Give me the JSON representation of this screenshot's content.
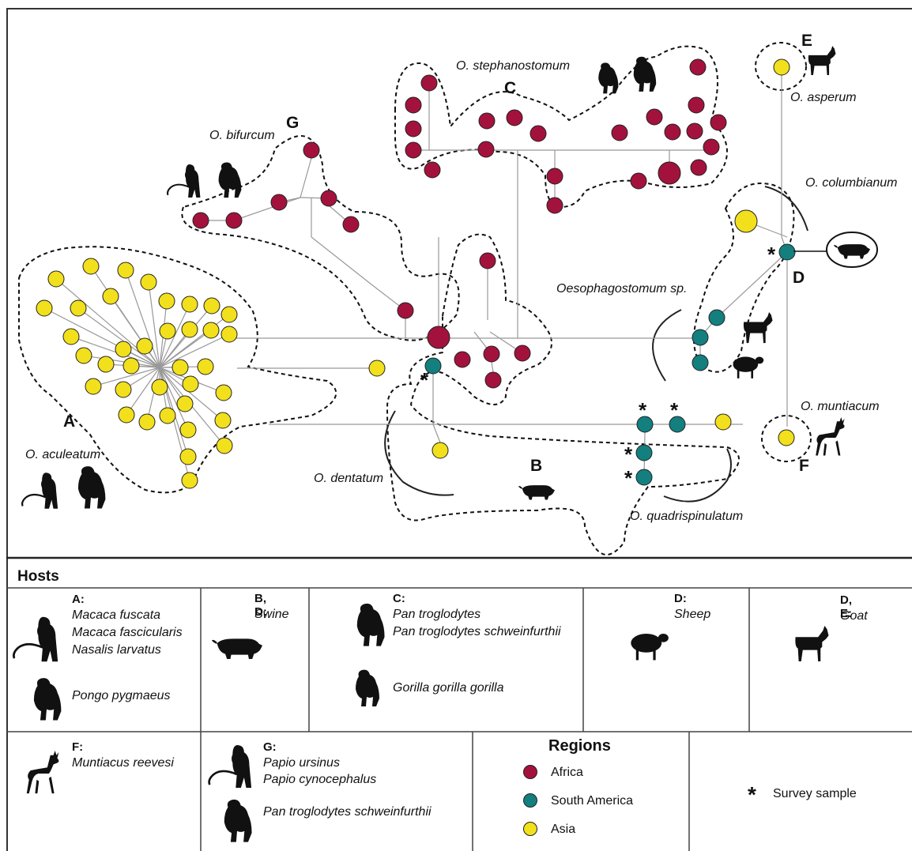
{
  "colors": {
    "africa": "#a3123d",
    "south_america": "#137f7f",
    "asia": "#f2e01c"
  },
  "clusters": {
    "A": {
      "letter": "A",
      "species": "O. aculeatum"
    },
    "B": {
      "letter": "B",
      "species": "O. quadrispinulatum"
    },
    "B_dentatum": {
      "species": "O. dentatum"
    },
    "C": {
      "letter": "C",
      "species": "O. stephanostomum"
    },
    "D": {
      "letter": "D",
      "species": "Oesophagostomum sp."
    },
    "D_columbianum": {
      "species": "O. columbianum"
    },
    "E": {
      "letter": "E",
      "species": "O. asperum"
    },
    "F": {
      "letter": "F",
      "species": "O. muntiacum"
    },
    "G": {
      "letter": "G",
      "species": "O. bifurcum"
    }
  },
  "survey_marker": "*",
  "hosts": {
    "title": "Hosts",
    "A": {
      "code": "A:",
      "species": [
        "Macaca fuscata",
        "Macaca fascicularis",
        "Nasalis larvatus",
        "Pongo pygmaeus"
      ]
    },
    "BD": {
      "code": "B, D:",
      "species": [
        "Swine"
      ]
    },
    "C": {
      "code": "C:",
      "species": [
        "Pan troglodytes",
        "Pan troglodytes schweinfurthii",
        "Gorilla gorilla gorilla"
      ]
    },
    "D": {
      "code": "D:",
      "species": [
        "Sheep"
      ]
    },
    "DE": {
      "code": "D, E:",
      "species": [
        "Goat"
      ]
    },
    "F": {
      "code": "F:",
      "species": [
        "Muntiacus reevesi"
      ]
    },
    "G": {
      "code": "G:",
      "species": [
        "Papio ursinus",
        "Papio cynocephalus",
        "Pan troglodytes schweinfurthii"
      ]
    }
  },
  "legend": {
    "title": "Regions",
    "items": [
      {
        "label": "Africa",
        "color": "#a3123d"
      },
      {
        "label": "South America",
        "color": "#137f7f"
      },
      {
        "label": "Asia",
        "color": "#f2e01c"
      }
    ],
    "survey_label": "Survey sample"
  }
}
